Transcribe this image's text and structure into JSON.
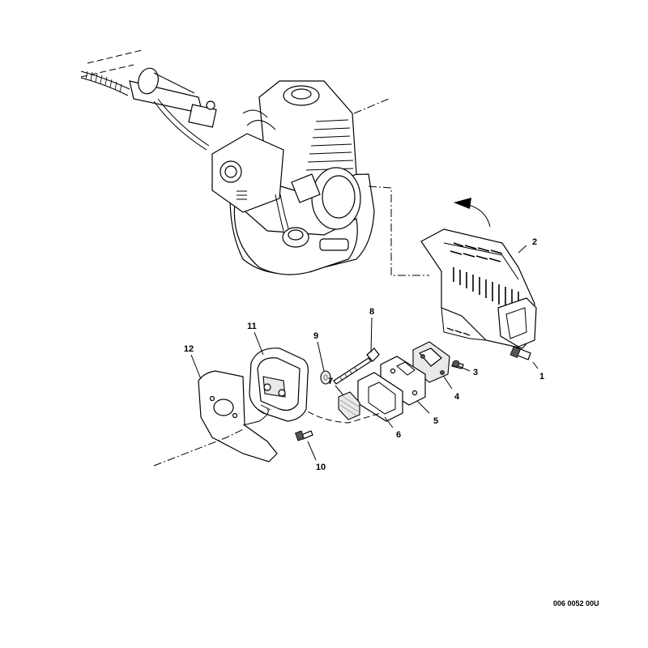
{
  "callouts": {
    "c1": "1",
    "c2": "2",
    "c3": "3",
    "c4": "4",
    "c5": "5",
    "c6": "6",
    "c7": "7",
    "c8": "8",
    "c9": "9",
    "c10": "10",
    "c11": "11",
    "c12": "12"
  },
  "drawing_code": "006 0052 00U"
}
